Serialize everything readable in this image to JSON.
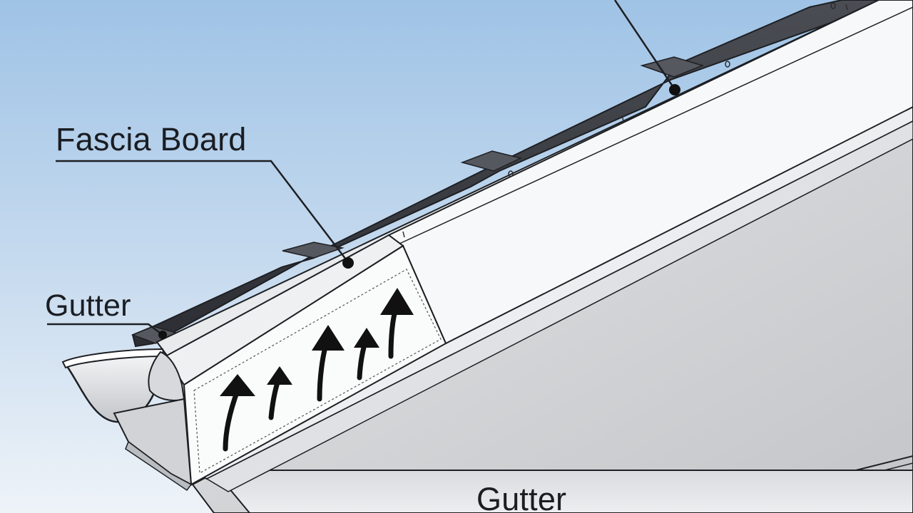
{
  "labels": {
    "fascia_board": "Fascia Board",
    "gutter_left": "Gutter",
    "gutter_bottom": "Gutter"
  },
  "colors": {
    "sky_top": "#9fc3e6",
    "sky_bottom": "#e8eff6",
    "shingle_dark": "#3b3e44",
    "fascia_white": "#f7f8f9",
    "soffit_gray": "#c9cbce",
    "outline": "#1d1f23",
    "arrow": "#111111"
  },
  "icons": {
    "airflow": "up-arrow-icon"
  }
}
